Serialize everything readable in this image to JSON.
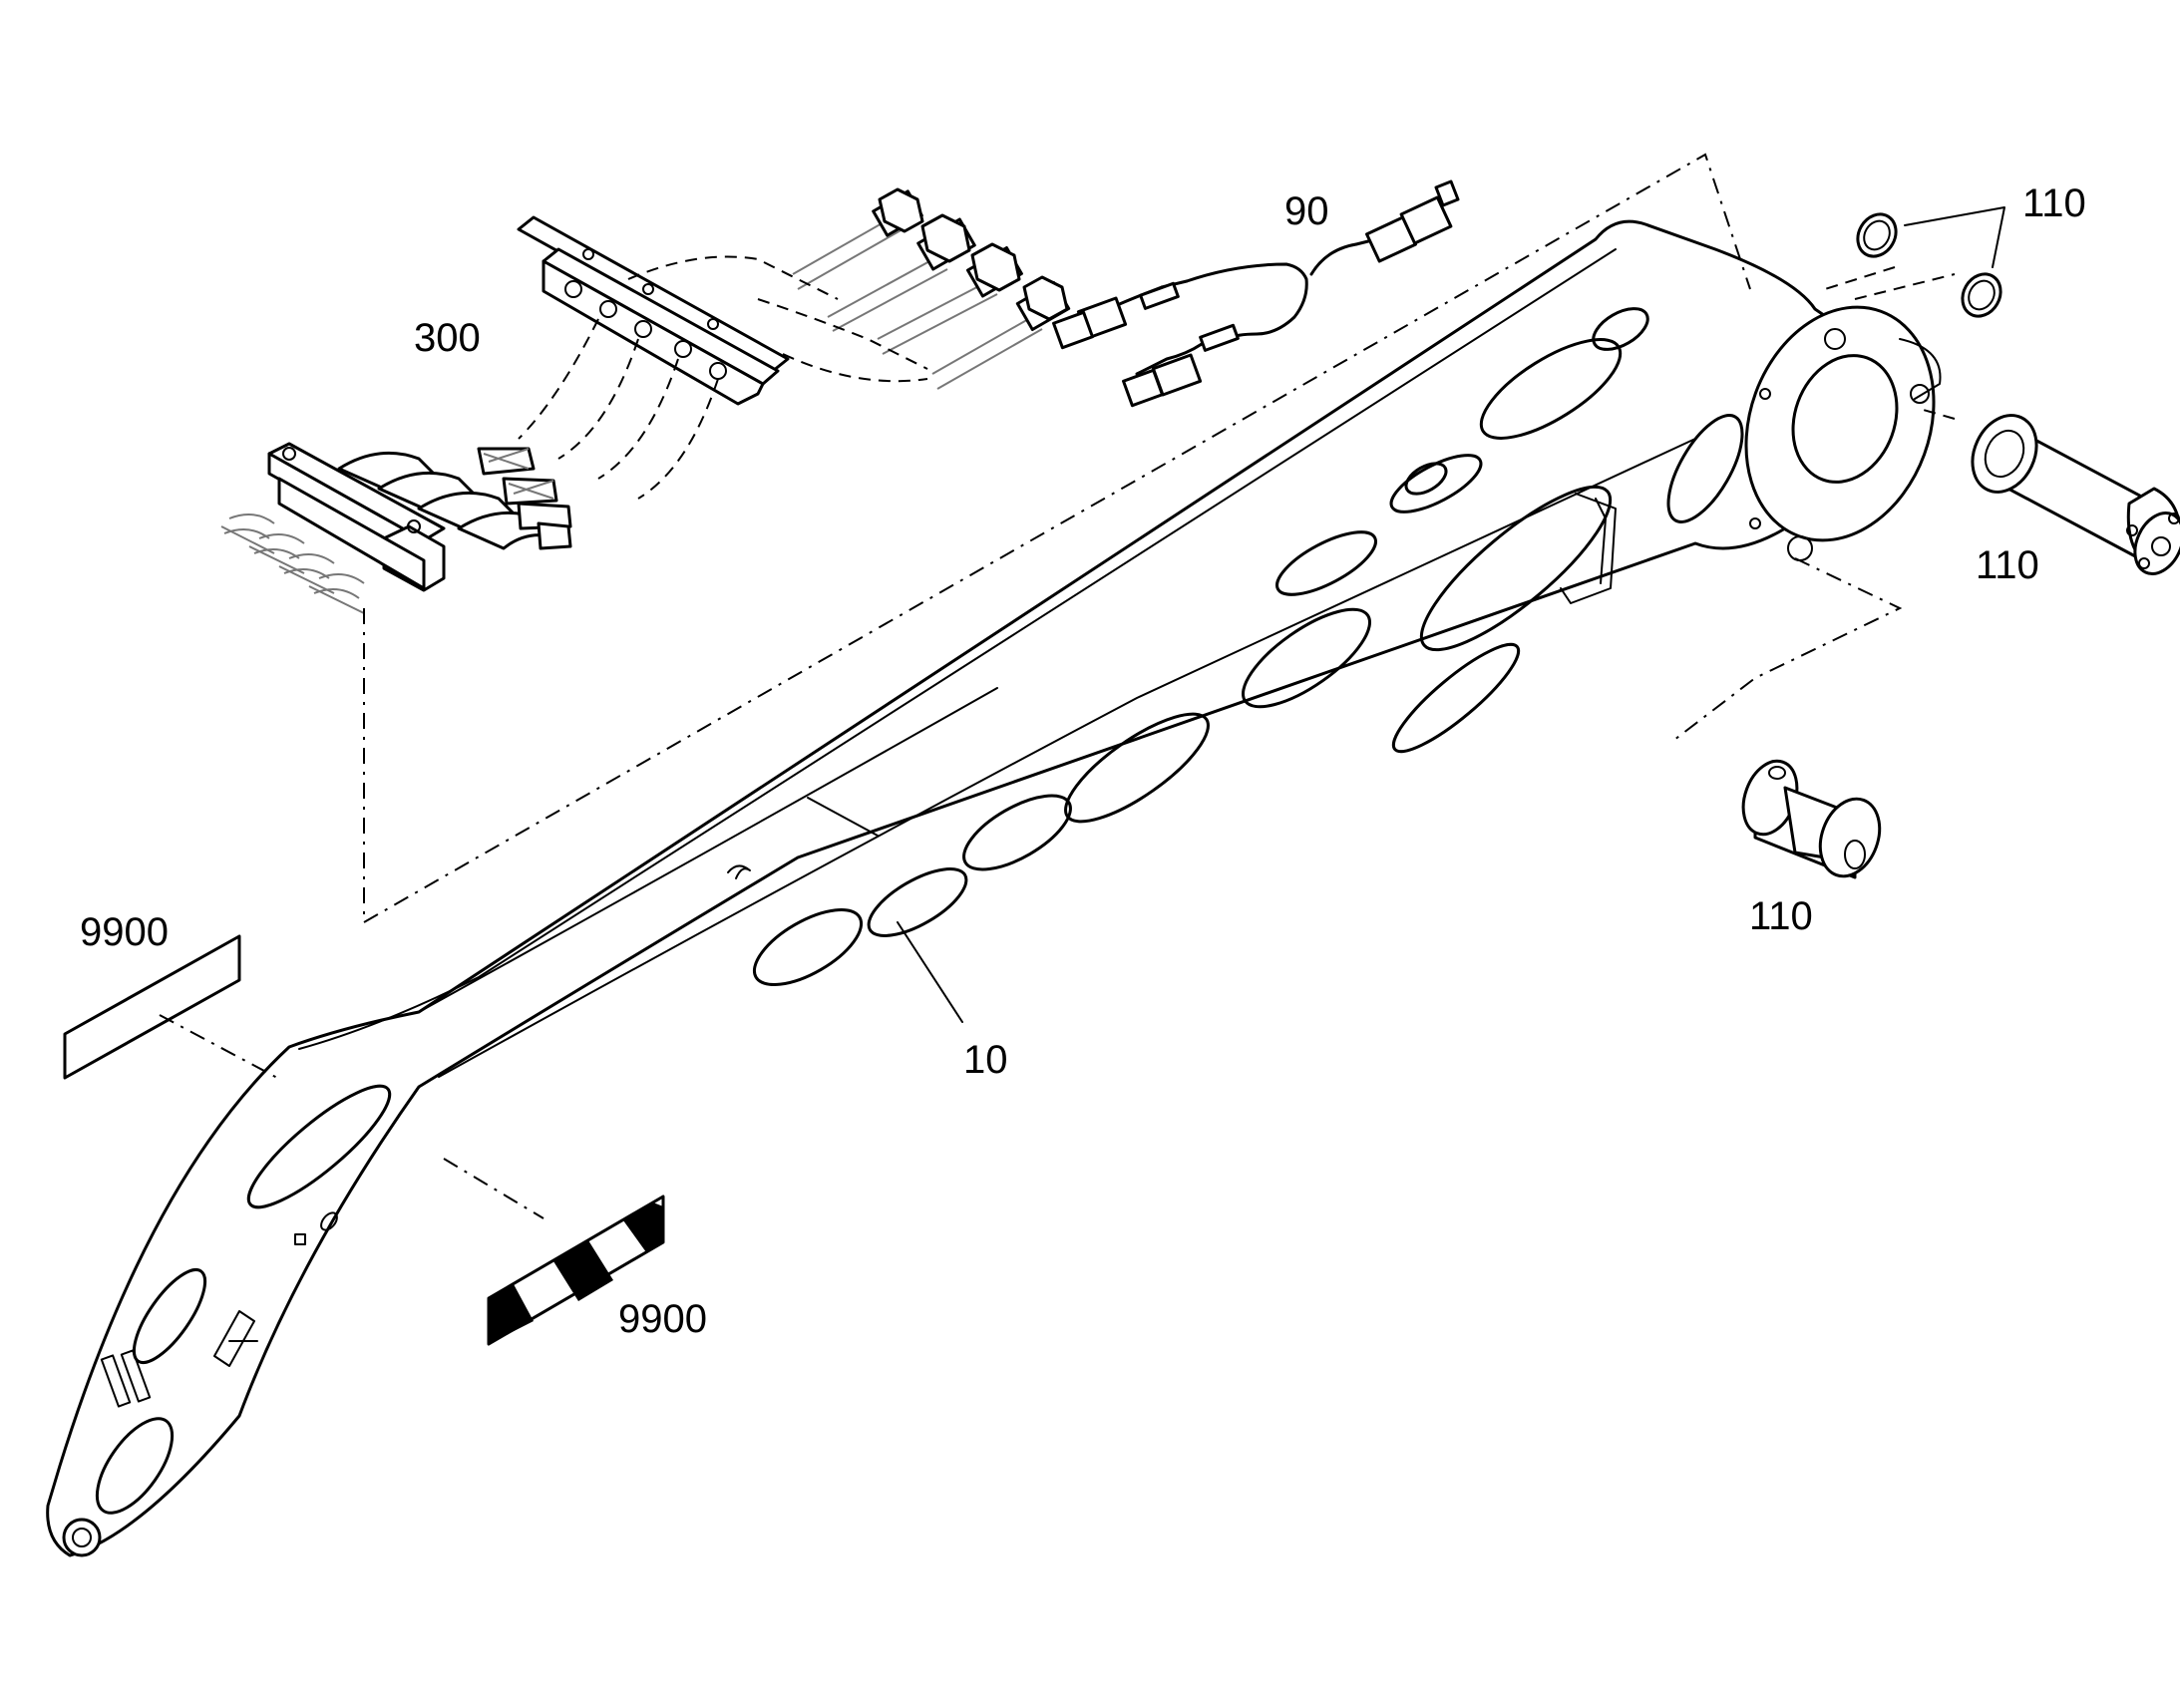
{
  "labels": {
    "boom": "10",
    "wiring_harness": "90",
    "pin_assembly_rings": "110",
    "pin_shaft": "110",
    "pin_bushing": "110",
    "hose_kit": "300",
    "decal_plain": "9900",
    "decal_hazard": "9900"
  },
  "colors": {
    "line": "#000000",
    "background": "#ffffff",
    "hose_shading": "#777777"
  }
}
